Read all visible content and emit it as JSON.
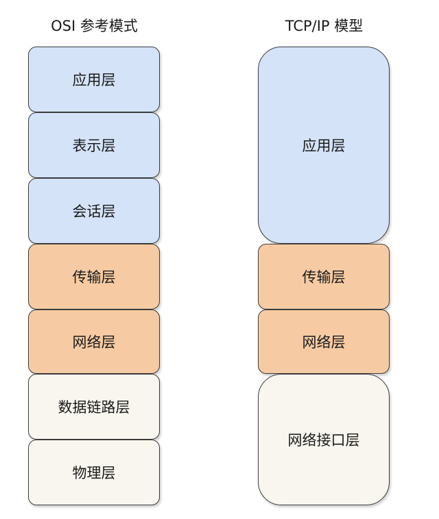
{
  "osi": {
    "title": "OSI 参考模式",
    "layers": [
      {
        "label": "应用层",
        "color": "#d4e3f7"
      },
      {
        "label": "表示层",
        "color": "#d4e3f7"
      },
      {
        "label": "会话层",
        "color": "#d4e3f7"
      },
      {
        "label": "传输层",
        "color": "#f6cba3"
      },
      {
        "label": "网络层",
        "color": "#f6cba3"
      },
      {
        "label": "数据链路层",
        "color": "#f8f6ee"
      },
      {
        "label": "物理层",
        "color": "#f8f6ee"
      }
    ]
  },
  "tcpip": {
    "title": "TCP/IP 模型",
    "layers": [
      {
        "label": "应用层",
        "color": "#d4e3f7"
      },
      {
        "label": "传输层",
        "color": "#f6cba3"
      },
      {
        "label": "网络层",
        "color": "#f6cba3"
      },
      {
        "label": "网络接口层",
        "color": "#f8f6ee"
      }
    ]
  }
}
